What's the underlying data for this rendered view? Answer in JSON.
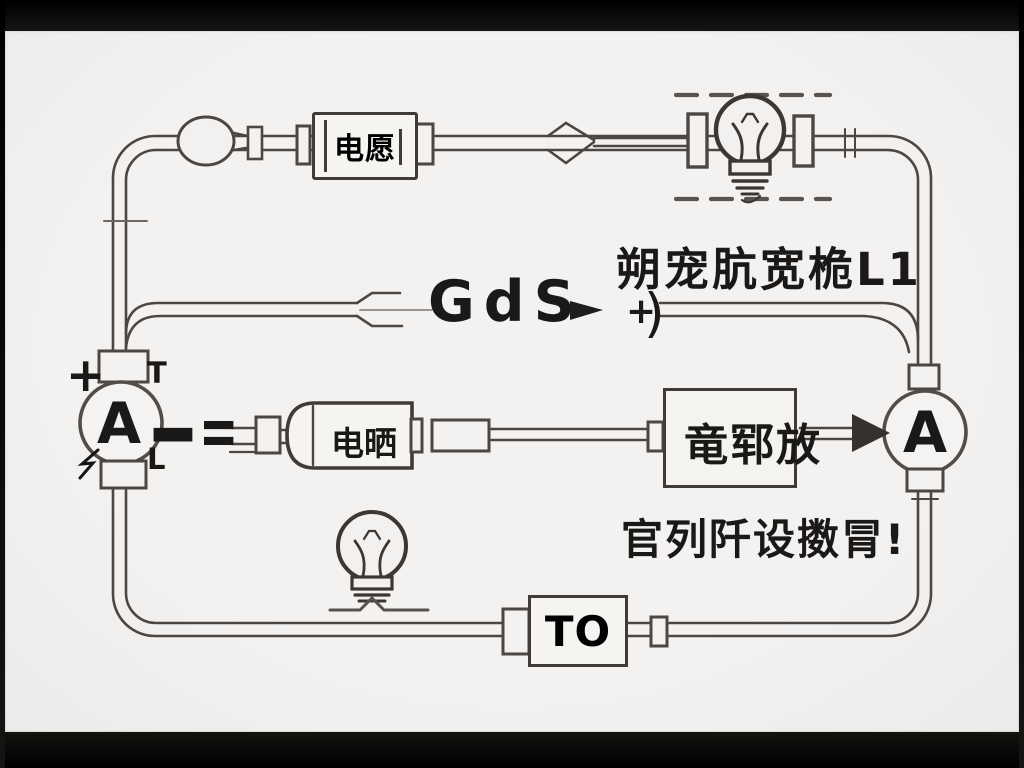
{
  "colors": {
    "letterbox": "#0b0a09",
    "canvas": "#f2f0ee",
    "wire": "#4a4745",
    "ink": "#1b1917"
  },
  "captions": {
    "lamp_line": "朔宠肮宽桅L1",
    "bottom_line": "官列阡设擞冐!",
    "gds": "GdS"
  },
  "components": {
    "power_box_label": "电愿",
    "battery_label": "电晒",
    "load_box_label": "竜郓放",
    "to_box_label": "TO"
  },
  "meter_left": {
    "letter": "A",
    "plus": "+",
    "t": "T",
    "minus": "−",
    "l": "L"
  },
  "meter_right": {
    "letter": "A"
  },
  "junction": {
    "equals": "=",
    "plus": "+",
    "paren": ")"
  },
  "icons": {
    "top_lamp": "light-bulb-icon",
    "bottom_lamp": "light-bulb-icon",
    "gds_arrow": "right-solid-triangle",
    "load_arrow": "double-line-right-arrow",
    "left_meter_bolt": "lightning-squiggle",
    "top_lamp_marks": "dashed-emphasis-lines"
  }
}
